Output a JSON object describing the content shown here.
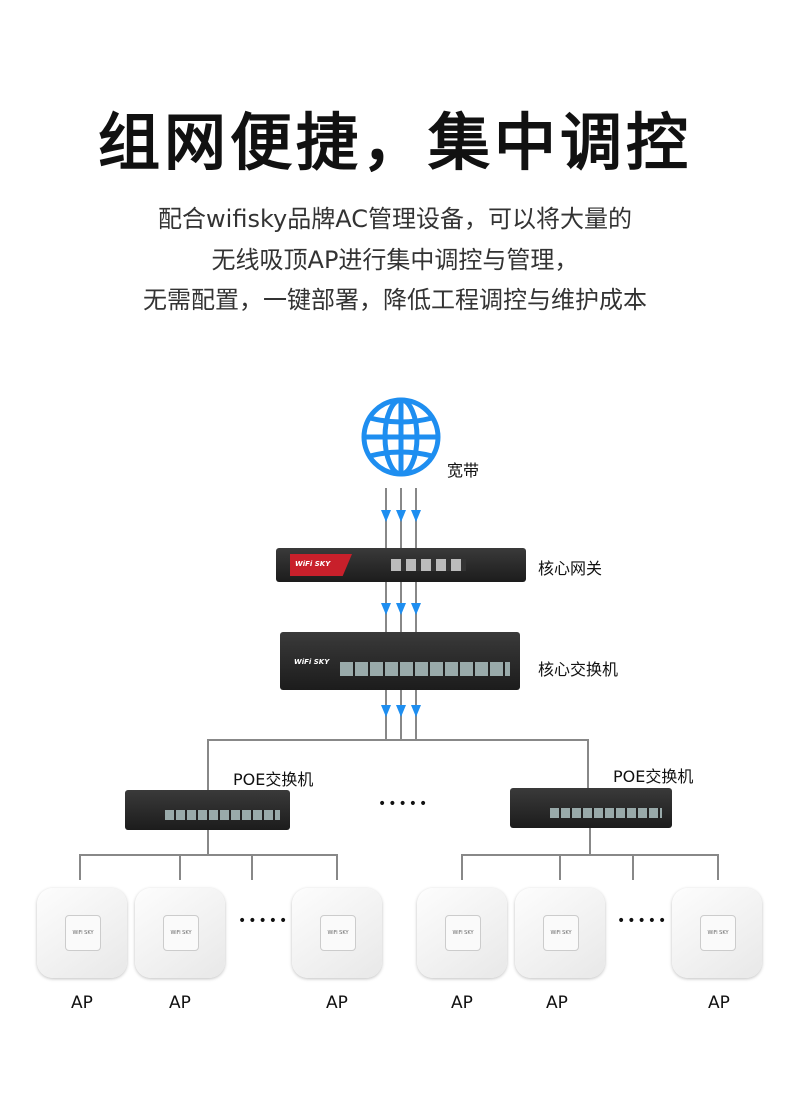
{
  "title": "组网便捷，集中调控",
  "subtitle_lines": [
    "配合wifisky品牌AC管理设备，可以将大量的",
    "无线吸顶AP进行集中调控与管理，",
    "无需配置，一键部署，降低工程调控与维护成本"
  ],
  "diagram": {
    "internet_label": "宽带",
    "gateway_label": "核心网关",
    "core_switch_label": "核心交换机",
    "poe_switch_label": "POE交换机",
    "ap_label": "AP",
    "ellipsis": "•••••",
    "device_brand": "WiFi SKY",
    "colors": {
      "globe": "#1e8ef0",
      "arrow": "#1e8ef0",
      "line": "#777777",
      "gateway_accent": "#c8202b"
    }
  }
}
